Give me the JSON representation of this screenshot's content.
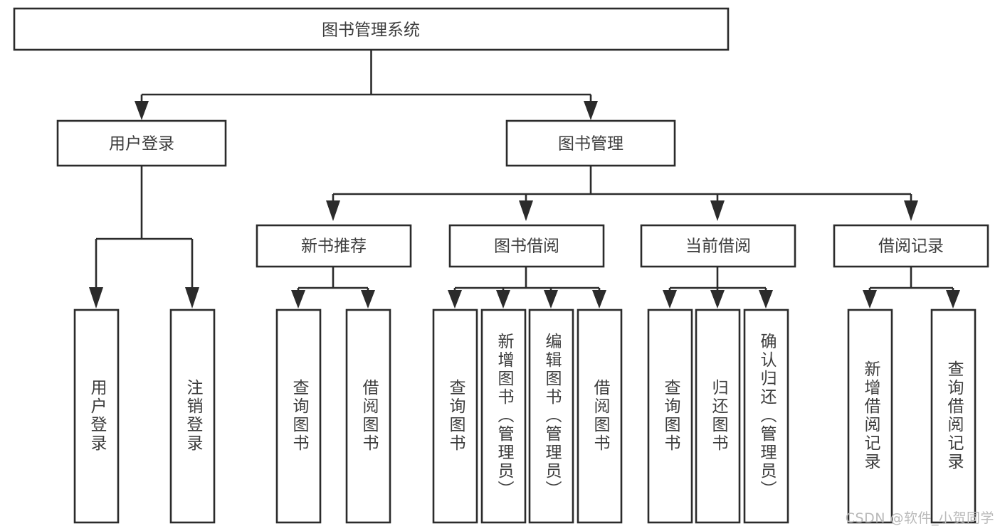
{
  "diagram": {
    "type": "tree-hierarchy",
    "title": "图书管理系统",
    "root": {
      "id": "root",
      "label": "图书管理系统",
      "orientation": "horizontal"
    },
    "level1": [
      {
        "id": "user-login",
        "label": "用户登录",
        "orientation": "horizontal"
      },
      {
        "id": "book-manage",
        "label": "图书管理",
        "orientation": "horizontal"
      }
    ],
    "level2": [
      {
        "id": "new-book-rec",
        "label": "新书推荐",
        "orientation": "horizontal",
        "parent": "book-manage"
      },
      {
        "id": "book-borrow",
        "label": "图书借阅",
        "orientation": "horizontal",
        "parent": "book-manage"
      },
      {
        "id": "current-borrow",
        "label": "当前借阅",
        "orientation": "horizontal",
        "parent": "book-manage"
      },
      {
        "id": "borrow-record",
        "label": "借阅记录",
        "orientation": "horizontal",
        "parent": "book-manage"
      }
    ],
    "leaves": [
      {
        "id": "leaf-user-login",
        "label": "用户登录",
        "orientation": "vertical",
        "parent": "user-login"
      },
      {
        "id": "leaf-user-logout",
        "label": "注销登录",
        "orientation": "vertical",
        "parent": "user-login"
      },
      {
        "id": "leaf-rec-query",
        "label": "查询图书",
        "orientation": "vertical",
        "parent": "new-book-rec"
      },
      {
        "id": "leaf-rec-borrow",
        "label": "借阅图书",
        "orientation": "vertical",
        "parent": "new-book-rec"
      },
      {
        "id": "leaf-borrow-query",
        "label": "查询图书",
        "orientation": "vertical",
        "parent": "book-borrow"
      },
      {
        "id": "leaf-borrow-add",
        "label": "新增图书（管理员）",
        "orientation": "vertical",
        "parent": "book-borrow"
      },
      {
        "id": "leaf-borrow-edit",
        "label": "编辑图书（管理员）",
        "orientation": "vertical",
        "parent": "book-borrow"
      },
      {
        "id": "leaf-borrow-lend",
        "label": "借阅图书",
        "orientation": "vertical",
        "parent": "book-borrow"
      },
      {
        "id": "leaf-cur-query",
        "label": "查询图书",
        "orientation": "vertical",
        "parent": "current-borrow"
      },
      {
        "id": "leaf-cur-return",
        "label": "归还图书",
        "orientation": "vertical",
        "parent": "current-borrow"
      },
      {
        "id": "leaf-cur-confirm",
        "label": "确认归还（管理员）",
        "orientation": "vertical",
        "parent": "current-borrow"
      },
      {
        "id": "leaf-rec-add",
        "label": "新增借阅记录",
        "orientation": "vertical",
        "parent": "borrow-record"
      },
      {
        "id": "leaf-rec-query2",
        "label": "查询借阅记录",
        "orientation": "vertical",
        "parent": "borrow-record"
      }
    ]
  },
  "watermark": {
    "text": "CSDN @软件_小贺同学"
  },
  "colors": {
    "stroke": "#2b2b2b",
    "box_fill": "#ffffff",
    "text": "#3d3d3d",
    "background": "#ffffff",
    "watermark": "#b9b9b9"
  }
}
